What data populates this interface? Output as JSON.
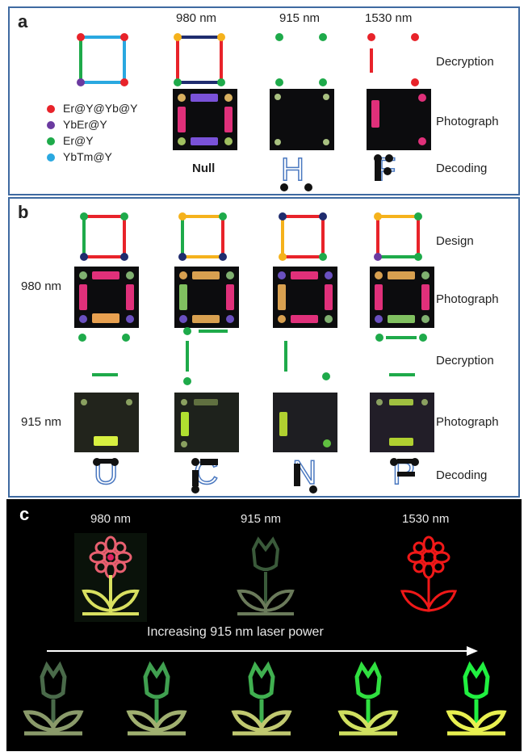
{
  "colors": {
    "red": "#e8232a",
    "purple": "#6b3aa0",
    "green": "#1eaa4a",
    "cyan": "#2aa8e0",
    "orange": "#f5b21c",
    "navy": "#1f2c6e",
    "border": "#3f6aa1"
  },
  "panel_a": {
    "label": "a",
    "wavelengths": [
      "980 nm",
      "915 nm",
      "1530 nm"
    ],
    "row_labels": [
      "Decryption",
      "Photograph",
      "Decoding"
    ],
    "legend": [
      {
        "text": "Er@Y@Yb@Y",
        "color": "red"
      },
      {
        "text": "YbEr@Y",
        "color": "purple"
      },
      {
        "text": "Er@Y",
        "color": "green"
      },
      {
        "text": "YbTm@Y",
        "color": "cyan"
      }
    ],
    "null_label": "Null",
    "decoded_letters": [
      "H",
      "F"
    ]
  },
  "panel_b": {
    "label": "b",
    "row_labels": [
      "Design",
      "Photograph",
      "Decryption",
      "Photograph",
      "Decoding"
    ],
    "wavelength_980": "980 nm",
    "wavelength_915": "915 nm",
    "decoded_letters": [
      "U",
      "C",
      "N",
      "P"
    ]
  },
  "panel_c": {
    "label": "c",
    "wavelengths": [
      "980 nm",
      "915 nm",
      "1530 nm"
    ],
    "arrow_text": "Increasing 915 nm laser power"
  }
}
